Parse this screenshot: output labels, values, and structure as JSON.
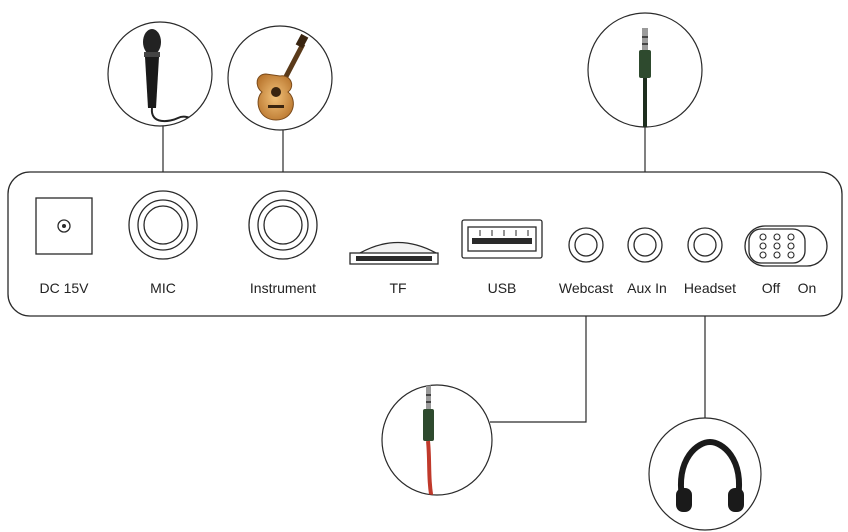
{
  "panel": {
    "ports": [
      {
        "id": "dc",
        "label": "DC 15V"
      },
      {
        "id": "mic",
        "label": "MIC"
      },
      {
        "id": "instrument",
        "label": "Instrument"
      },
      {
        "id": "tf",
        "label": "TF"
      },
      {
        "id": "usb",
        "label": "USB"
      },
      {
        "id": "webcast",
        "label": "Webcast"
      },
      {
        "id": "auxin",
        "label": "Aux In"
      },
      {
        "id": "headset",
        "label": "Headset"
      }
    ],
    "switch": {
      "off_label": "Off",
      "on_label": "On"
    }
  },
  "callouts": {
    "mic": {
      "icon": "microphone-icon"
    },
    "instrument": {
      "icon": "acoustic-guitar-icon"
    },
    "auxin": {
      "icon": "aux-jack-plug-icon"
    },
    "webcast": {
      "icon": "webcast-cable-plug-icon"
    },
    "headset": {
      "icon": "headphones-icon"
    }
  },
  "colors": {
    "outline": "#2a2a2a",
    "guitar_body": "#d99a4a",
    "cable_red": "#c0392b",
    "plug_green": "#2e4a2e"
  }
}
